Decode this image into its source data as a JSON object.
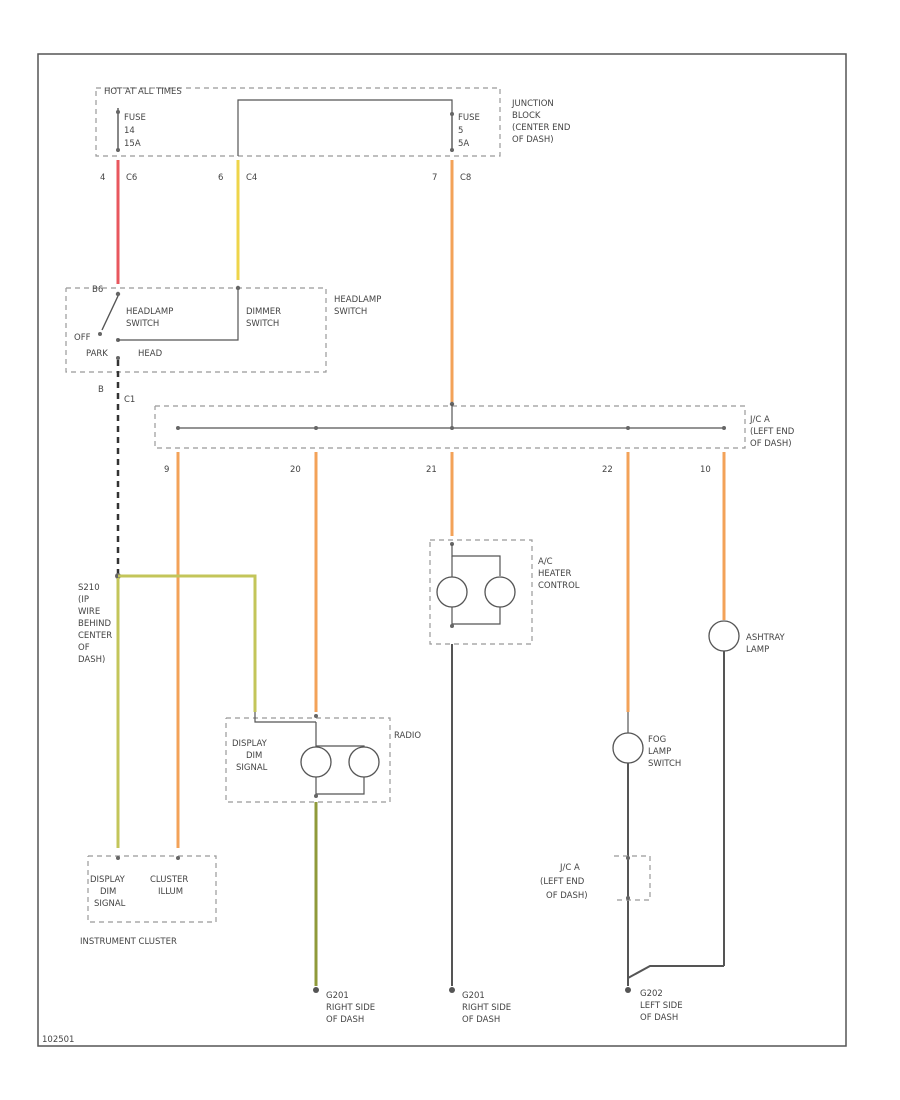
{
  "diagram": {
    "colors": {
      "red": "#e8575e",
      "yellow": "#eed44a",
      "orange": "#f3a258",
      "olive": "#c3c55a",
      "olive_dark": "#8f9a3a",
      "frame": "#555555",
      "dash": "#999999"
    },
    "labels": {
      "underhood_fuse_block": "HOT AT ALL TIMES",
      "fuse_left_1": "FUSE",
      "fuse_left_2": "14",
      "fuse_left_3": "15A",
      "fuse_right_1": "FUSE",
      "fuse_right_2": "5",
      "fuse_right_3": "5A",
      "junction_block_1": "JUNCTION",
      "junction_block_2": "BLOCK",
      "junction_block_3": "(CENTER END",
      "junction_block_4": "OF DASH)",
      "pin_4": "4",
      "conn_c6": "C6",
      "pin_6": "6",
      "conn_c4": "C4",
      "pin_7": "7",
      "conn_c8": "C8",
      "pin_b6": "B6",
      "headlamp_switch_label": "HEADLAMP",
      "headlamp_switch_label2": "SWITCH",
      "hl_sw_1": "HEADLAMP",
      "hl_sw_2": "SWITCH",
      "off": "OFF",
      "park": "PARK",
      "head": "HEAD",
      "dimmer_1": "DIMMER",
      "dimmer_2": "SWITCH",
      "pin_b": "B",
      "conn_c1": "C1",
      "jc_a": "J/C A",
      "left_end_1": "(LEFT END",
      "left_end_2": "OF DASH)",
      "pin_9": "9",
      "pin_20": "20",
      "pin_21": "21",
      "pin_22": "22",
      "pin_10": "10",
      "splice_1": "S210",
      "splice_2": "(IP",
      "splice_3": "WIRE",
      "splice_4": "BEHIND",
      "splice_5": "CENTER",
      "splice_6": "OF",
      "splice_7": "DASH)",
      "ac_1": "A/C",
      "ac_2": "HEATER",
      "ac_3": "CONTROL",
      "ashtray_1": "ASHTRAY",
      "ashtray_2": "LAMP",
      "radio": "RADIO",
      "display_1": "DISPLAY",
      "display_2": "DIM",
      "display_3": "SIGNAL",
      "fog_1": "FOG",
      "fog_2": "LAMP",
      "fog_3": "SWITCH",
      "jc_a2": "J/C A",
      "left_end2_1": "(LEFT END",
      "left_end2_2": "OF DASH)",
      "cluster_1": "DISPLAY",
      "cluster_2": "DIM",
      "cluster_3": "SIGNAL",
      "cluster_4": "CLUSTER",
      "cluster_5": "ILLUM",
      "instrument_cluster": "INSTRUMENT CLUSTER",
      "g201_a_1": "G201",
      "g201_a_2": "RIGHT SIDE",
      "g201_a_3": "OF DASH",
      "g201_b_1": "G201",
      "g201_b_2": "RIGHT SIDE",
      "g201_b_3": "OF DASH",
      "g202_1": "G202",
      "g202_2": "LEFT SIDE",
      "g202_3": "OF DASH",
      "footer_code": "102501"
    }
  }
}
